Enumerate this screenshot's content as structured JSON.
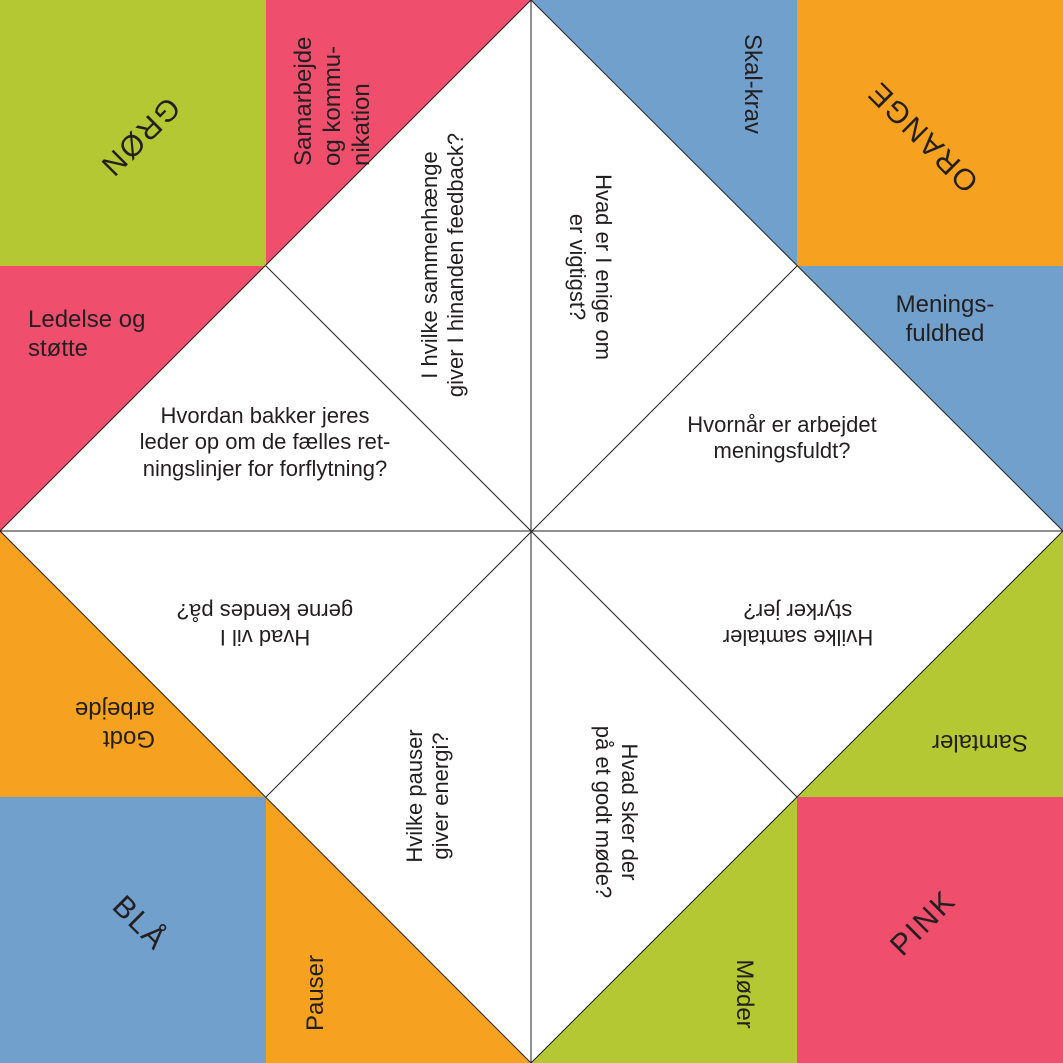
{
  "colors": {
    "green": "#b4c834",
    "pink": "#ef4f6c",
    "orange": "#f6a120",
    "blue": "#71a0cc",
    "white": "#ffffff",
    "line": "#231f20"
  },
  "corners": {
    "green": "GRØN",
    "orange": "ORANGE",
    "blue": "BLÅ",
    "pink": "PINK"
  },
  "categories": {
    "samarbejde": "Samarbejde\nog kommu-\nnikation",
    "ledelse": "Ledelse og\nstøtte",
    "skal_krav": "Skal-krav",
    "meningsfuldhed": "Menings-\nfuldhed",
    "godt_arbejde": "Godt\narbejde",
    "pauser": "Pauser",
    "samtaler": "Samtaler",
    "moder": "Møder"
  },
  "questions": {
    "feedback": "I hvilke sammenhænge\ngiver I hinanden feedback?",
    "leder": "Hvordan bakker jeres\nleder op om de fælles ret-\nningslinjer for forflytning?",
    "enige": "Hvad er I enige om\ner vigtigst?",
    "meningsfuldt": "Hvornår er arbejdet\nmeningsfuldt?",
    "kendes": "Hvad vil I\ngerne kendes på?",
    "pauser": "Hvilke pauser\ngiver energi?",
    "mode": "Hvad sker der\npå et godt møde?",
    "samtaler": "Hvilke samtaler\nstyrker jer?"
  }
}
